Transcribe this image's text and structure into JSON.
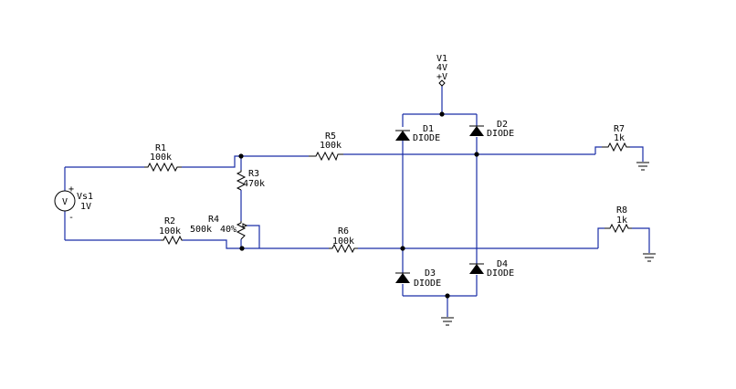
{
  "colors": {
    "wire": "#1a2ea8",
    "component": "#000000",
    "background": "#ffffff"
  },
  "source_vs1": {
    "name": "Vs1",
    "value": "1V",
    "symbol": "V",
    "plus": "+",
    "minus": "-"
  },
  "supply_v1": {
    "name": "V1",
    "value": "4V",
    "terminal": "+V"
  },
  "resistors": {
    "r1": {
      "name": "R1",
      "value": "100k"
    },
    "r2": {
      "name": "R2",
      "value": "100k"
    },
    "r3": {
      "name": "R3",
      "value": "470k"
    },
    "r4": {
      "name": "R4",
      "value": "500k",
      "setting": "40%"
    },
    "r5": {
      "name": "R5",
      "value": "100k"
    },
    "r6": {
      "name": "R6",
      "value": "100k"
    },
    "r7": {
      "name": "R7",
      "value": "1k"
    },
    "r8": {
      "name": "R8",
      "value": "1k"
    }
  },
  "diodes": {
    "d1": {
      "name": "D1",
      "model": "DIODE"
    },
    "d2": {
      "name": "D2",
      "model": "DIODE"
    },
    "d3": {
      "name": "D3",
      "model": "DIODE"
    },
    "d4": {
      "name": "D4",
      "model": "DIODE"
    }
  },
  "grounds": [
    "ground-r7",
    "ground-r8",
    "ground-bridge"
  ]
}
